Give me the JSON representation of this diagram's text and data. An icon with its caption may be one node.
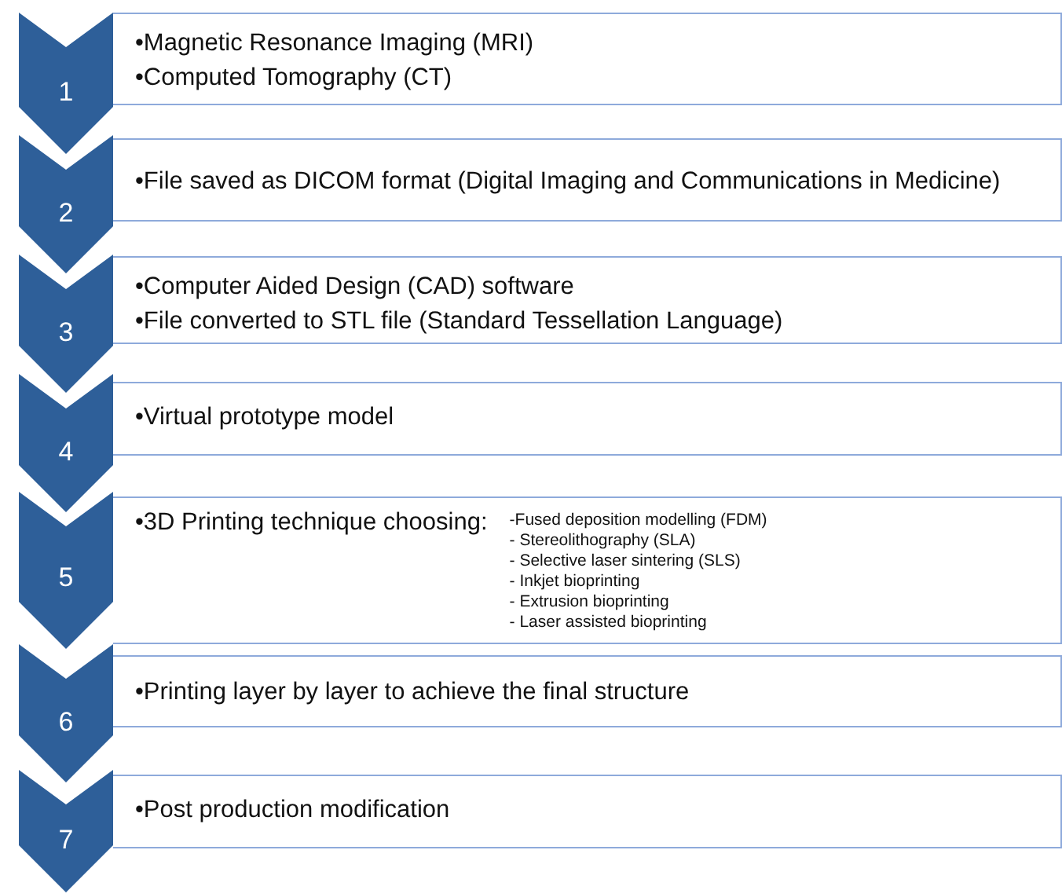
{
  "diagram": {
    "nodes": [
      {
        "text": [
          "1"
        ]
      },
      {
        "text": [
          "•Magnetic Resonance Imaging (MRI)",
          "•Computed Tomography (CT)"
        ]
      },
      {
        "text": [
          "2"
        ]
      },
      {
        "text": [
          "•File saved as DICOM format (Digital Imaging and Communications in Medicine)"
        ]
      },
      {
        "text": [
          "3"
        ]
      },
      {
        "text": [
          "•Computer Aided Design (CAD) software",
          "•File converted to STL file (Standard Tessellation Language)"
        ]
      },
      {
        "text": [
          "4"
        ]
      },
      {
        "text": [
          "•Virtual prototype model"
        ]
      },
      {
        "text": [
          "5"
        ]
      },
      {
        "text": [
          "•3D Printing technique choosing:",
          "-Fused deposition modelling (FDM)",
          "- Stereolithography (SLA)",
          "- Selective laser sintering (SLS)",
          "- Inkjet bioprinting",
          "- Extrusion bioprinting",
          "- Laser assisted bioprinting"
        ]
      },
      {
        "text": [
          "6"
        ]
      },
      {
        "text": [
          "•Printing layer by layer to achieve the final structure"
        ]
      },
      {
        "text": [
          "7"
        ]
      },
      {
        "text": [
          "•Post production modification"
        ]
      }
    ]
  }
}
